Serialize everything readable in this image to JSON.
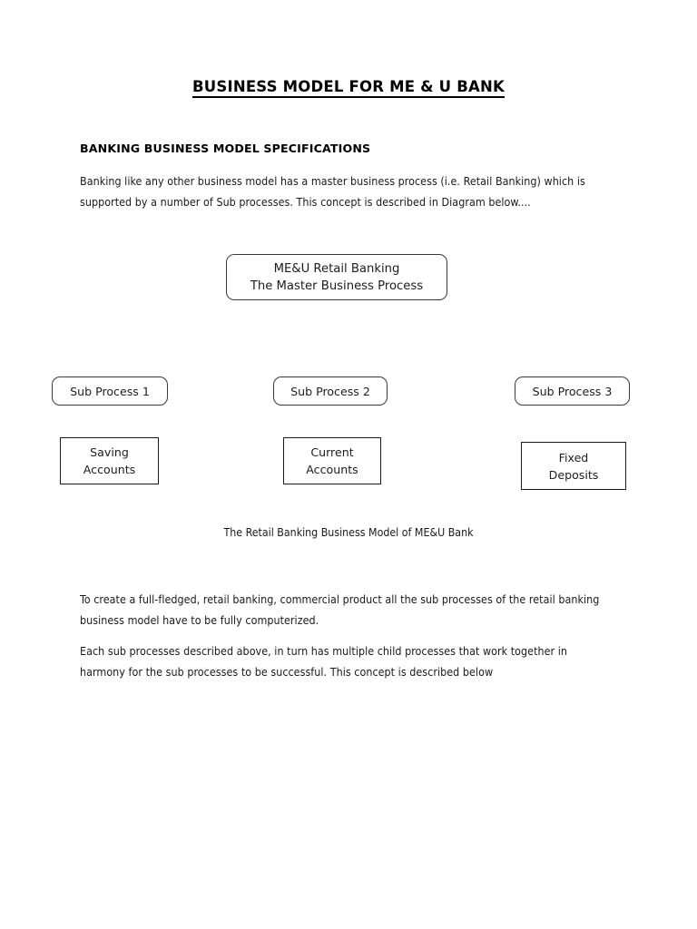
{
  "document": {
    "title": "BUSINESS MODEL FOR ME & U BANK",
    "section_heading": "BANKING BUSINESS MODEL SPECIFICATIONS",
    "paragraphs": {
      "intro": "Banking like any other business model has a master business process (i.e. Retail Banking) which is supported by a number of Sub processes. This concept is described in Diagram below....",
      "create": "To create a full-fledged, retail banking, commercial product all the sub processes of the retail banking business model have to be fully computerized.",
      "each": "Each sub processes described above, in turn has multiple child processes that work together in harmony for the sub processes to be successful. This concept is described below"
    },
    "figure_caption": "The Retail Banking Business Model of ME&U Bank"
  },
  "diagram": {
    "master": {
      "line1": "ME&U Retail Banking",
      "line2": "The Master Business Process",
      "text": "ME&U Retail Banking\nThe Master Business Process"
    },
    "sub_processes": [
      {
        "label": "Sub Process 1"
      },
      {
        "label": "Sub Process 2"
      },
      {
        "label": "Sub Process 3"
      }
    ],
    "leaves": [
      {
        "text": "Saving\nAccounts"
      },
      {
        "text": "Current\nAccounts"
      },
      {
        "text": "Fixed\nDeposits"
      }
    ]
  },
  "colors": {
    "page_background": "#ffffff",
    "text": "#000000",
    "body_text": "#1a1a1a",
    "rounded_border": "#3a3a3a",
    "sharp_border": "#1a1a1a",
    "connector": "#5a5a5a",
    "arrowhead": "#000000"
  }
}
